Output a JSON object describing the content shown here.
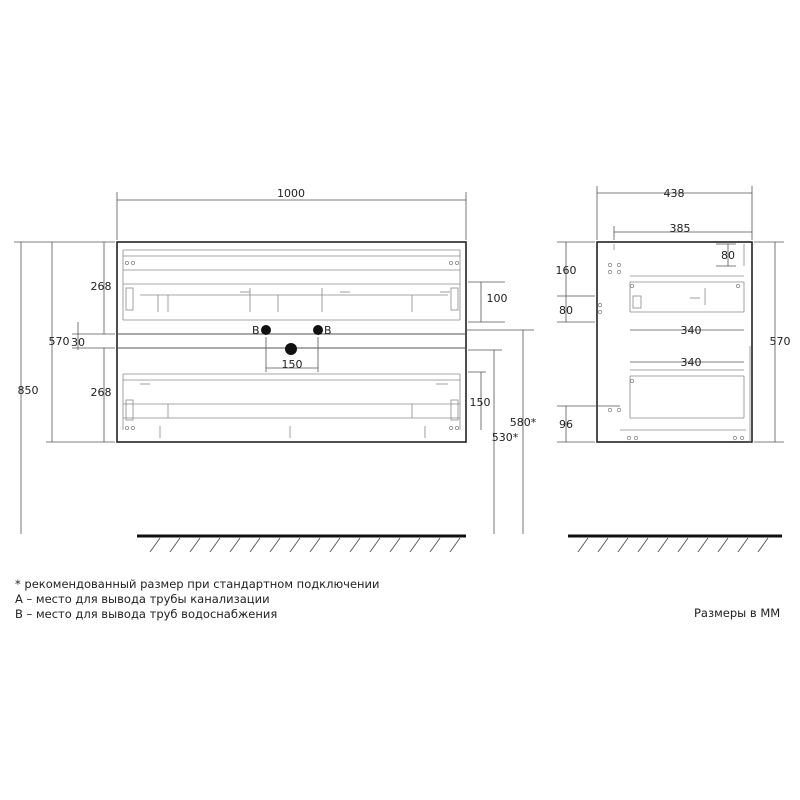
{
  "dimensions": {
    "front_width": "1000",
    "front_top_drawer": "268",
    "front_bottom_drawer": "268",
    "front_body_height": "570",
    "front_gap": "30",
    "total_height": "850",
    "front_pipe_zone": "100",
    "pipe_spacing": "150",
    "drawer_pipe_zone": "150",
    "recommended_580": "580*",
    "recommended_530": "530*",
    "side_depth": "438",
    "side_inner_depth": "385",
    "side_80_top": "80",
    "side_160": "160",
    "side_80_left": "80",
    "side_340_top": "340",
    "side_340_bottom": "340",
    "side_96": "96",
    "side_body_height": "570"
  },
  "markers": {
    "b_left": "B",
    "b_right": "B"
  },
  "notes": {
    "recommended": "* рекомендованный размер при стандартном подключении",
    "note_a": "А – место для вывода трубы канализации",
    "note_b": "В – место для вывода труб водоснабжения"
  },
  "units_label": "Размеры в ММ",
  "colors": {
    "line": "#222222",
    "pipe_marker": "#111111"
  }
}
